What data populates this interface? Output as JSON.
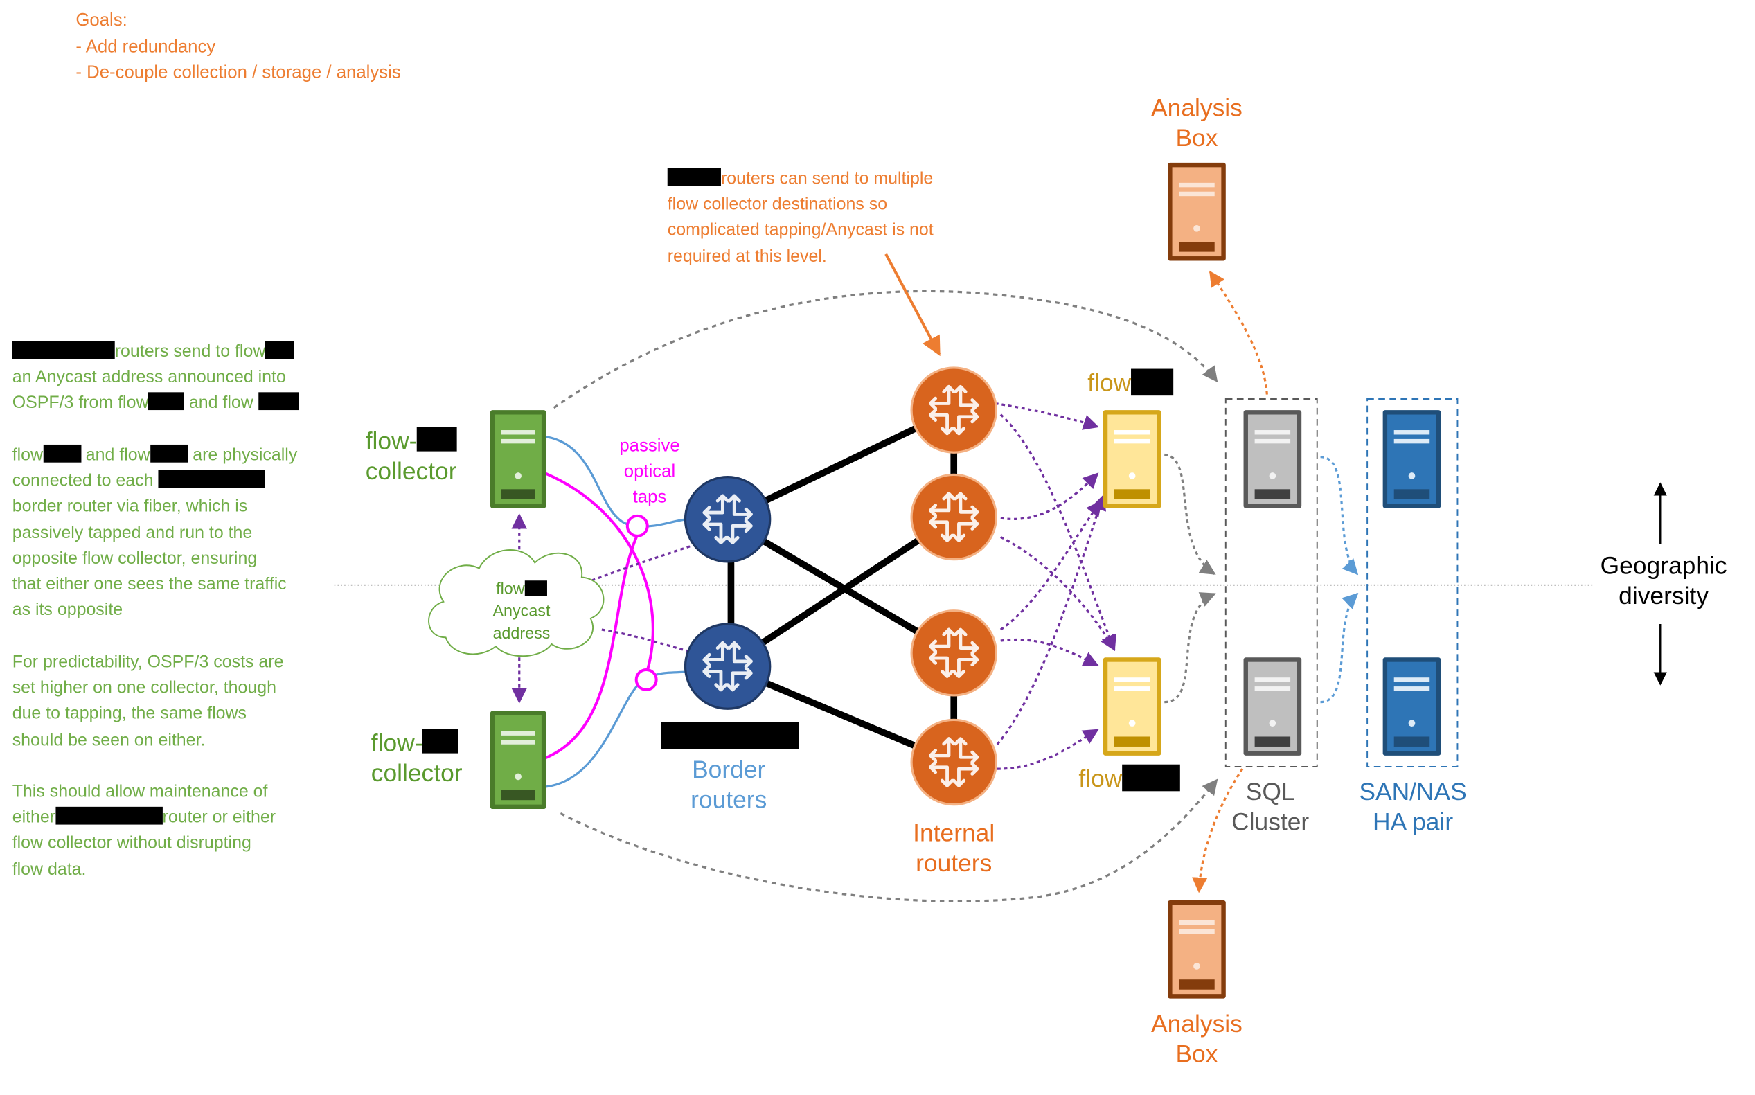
{
  "goals": {
    "title": "Goals:",
    "items": [
      "- Add redundancy",
      "- De-couple collection / storage / analysis"
    ]
  },
  "left_notes": {
    "p1": {
      "a": "routers send to flow",
      "b": "an Anycast address announced into",
      "c": "OSPF/3 from flow",
      "d": " and flow"
    },
    "p2": {
      "a": "flow",
      "b": " and flow",
      "c": " are physically",
      "d": "connected to each ",
      "e": "border router via fiber, which is",
      "f": "passively tapped and run to the",
      "g": "opposite flow collector, ensuring",
      "h": "that either one sees the same traffic",
      "i": "as its opposite"
    },
    "p3": [
      "For predictability, OSPF/3 costs are",
      "set higher on one collector, though",
      "due to tapping, the same flows",
      "should be seen on either."
    ],
    "p4": {
      "a": "This should allow maintenance of",
      "b": "either",
      "c": "router or either",
      "d": "flow collector without disrupting",
      "e": "flow data."
    }
  },
  "internal_note": {
    "a": "routers can send to multiple",
    "b": "flow collector destinations so",
    "c": "complicated tapping/Anycast is not",
    "d": "required at this level."
  },
  "labels": {
    "collector_top_a": "flow-",
    "collector_top_b": "collector",
    "collector_bottom_a": "flow-",
    "collector_bottom_b": "collector",
    "taps": [
      "passive",
      "optical",
      "taps"
    ],
    "cloud": [
      "flow",
      "Anycast",
      "address"
    ],
    "border": [
      "Border",
      "routers"
    ],
    "internal": [
      "Internal",
      "routers"
    ],
    "flow_top": "flow",
    "flow_bottom": "flow",
    "analysis_top": [
      "Analysis",
      "Box"
    ],
    "analysis_bottom": [
      "Analysis",
      "Box"
    ],
    "sql": [
      "SQL",
      "Cluster"
    ],
    "san": [
      "SAN/NAS",
      "HA pair"
    ],
    "geo": [
      "Geographic",
      "diversity"
    ]
  },
  "colors": {
    "orange_text": "#ed7d31",
    "green_text": "#70ad47",
    "border_router": "#2f5597",
    "internal_router": "#d8641e",
    "collector_server": "#70ad47",
    "flow_server": "#ffd966",
    "sql_server": "#a6a6a6",
    "san_server": "#2e75b6",
    "analysis_server": "#c55a11",
    "tap_line": "#ff00ff",
    "arrow_purple": "#7030a0"
  }
}
